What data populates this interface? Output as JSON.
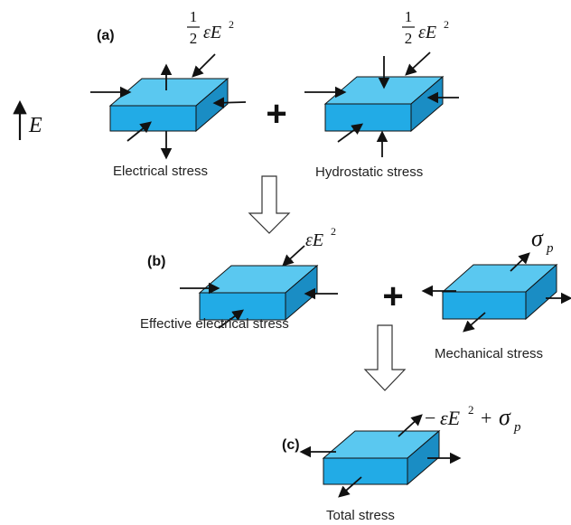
{
  "field": {
    "symbol": "E"
  },
  "colors": {
    "box_top": "#5AC8F0",
    "box_front": "#22ABE6",
    "box_side": "#1A8DC4",
    "outline": "#111111",
    "arrow": "#111111",
    "hollow_arrow_fill": "#ffffff"
  },
  "panels": [
    {
      "id": "a",
      "label": "(a)"
    },
    {
      "id": "b",
      "label": "(b)"
    },
    {
      "id": "c",
      "label": "(c)"
    }
  ],
  "operators": {
    "plus": "+"
  },
  "boxes": {
    "electrical": {
      "caption": "Electrical stress",
      "formula_num": "1",
      "formula_den": "2",
      "formula_var": "εE",
      "formula_exp": "2"
    },
    "hydrostatic": {
      "caption": "Hydrostatic stress",
      "formula_num": "1",
      "formula_den": "2",
      "formula_var": "εE",
      "formula_exp": "2"
    },
    "effective": {
      "caption": "Effective electrical stress",
      "formula_var": "εE",
      "formula_exp": "2"
    },
    "mechanical": {
      "caption": "Mechanical stress",
      "formula_var": "σ",
      "formula_sub": "p"
    },
    "total": {
      "caption": "Total stress",
      "formula_minus": "−",
      "formula_var": "εE",
      "formula_exp": "2",
      "formula_plus": "+",
      "formula_var2": "σ",
      "formula_sub": "p"
    }
  }
}
